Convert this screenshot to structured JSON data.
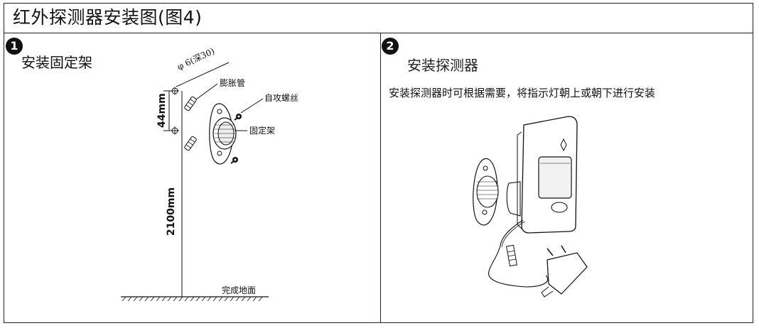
{
  "title": "红外探测器安装图(图4)",
  "panels": [
    {
      "step": "1",
      "title": "安装固定架",
      "labels": {
        "hole_spec": "φ 6(深30)",
        "anchor": "膨胀管",
        "screw": "自攻螺丝",
        "bracket": "固定架",
        "floor": "完成地面",
        "spacing": "44mm",
        "height": "2100mm"
      }
    },
    {
      "step": "2",
      "title": "安装探测器",
      "description": "安装探测器时可根据需要，将指示灯朝上或朝下进行安装"
    }
  ]
}
